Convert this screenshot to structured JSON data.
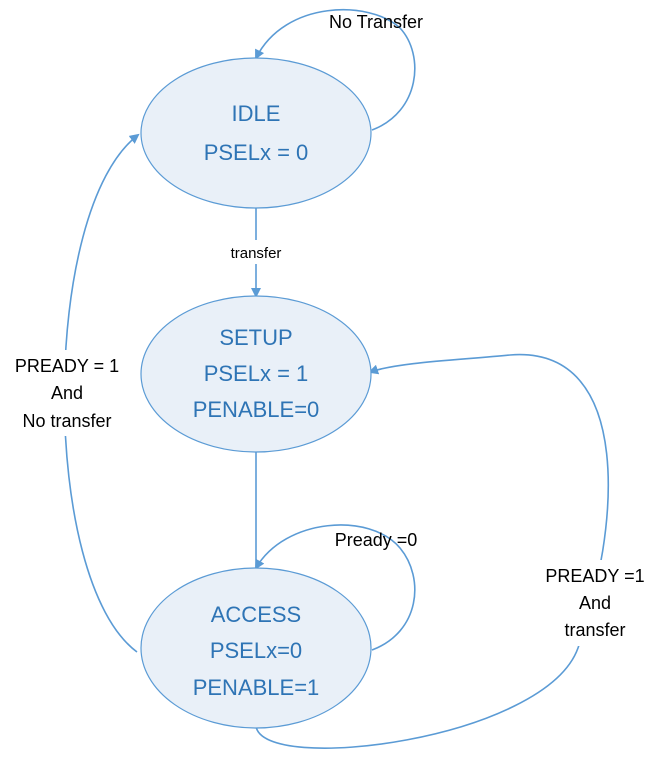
{
  "states": {
    "idle": {
      "lines": [
        "IDLE",
        "PSELx = 0"
      ]
    },
    "setup": {
      "lines": [
        "SETUP",
        "PSELx = 1",
        "PENABLE=0"
      ]
    },
    "access": {
      "lines": [
        "ACCESS",
        "PSELx=0",
        "PENABLE=1"
      ]
    }
  },
  "transitions": {
    "idle_self": {
      "lines": [
        "No Transfer"
      ]
    },
    "idle_to_setup": {
      "lines": [
        "transfer"
      ]
    },
    "access_self": {
      "lines": [
        "Pready =0"
      ]
    },
    "access_to_idle": {
      "lines": [
        "PREADY = 1",
        "And",
        "No transfer"
      ]
    },
    "access_to_setup": {
      "lines": [
        "PREADY =1",
        "And",
        "transfer"
      ]
    }
  },
  "colors": {
    "state_fill": "#e9f0f8",
    "state_stroke": "#5b9bd5",
    "state_text": "#2e74b5",
    "arrow": "#5b9bd5"
  }
}
